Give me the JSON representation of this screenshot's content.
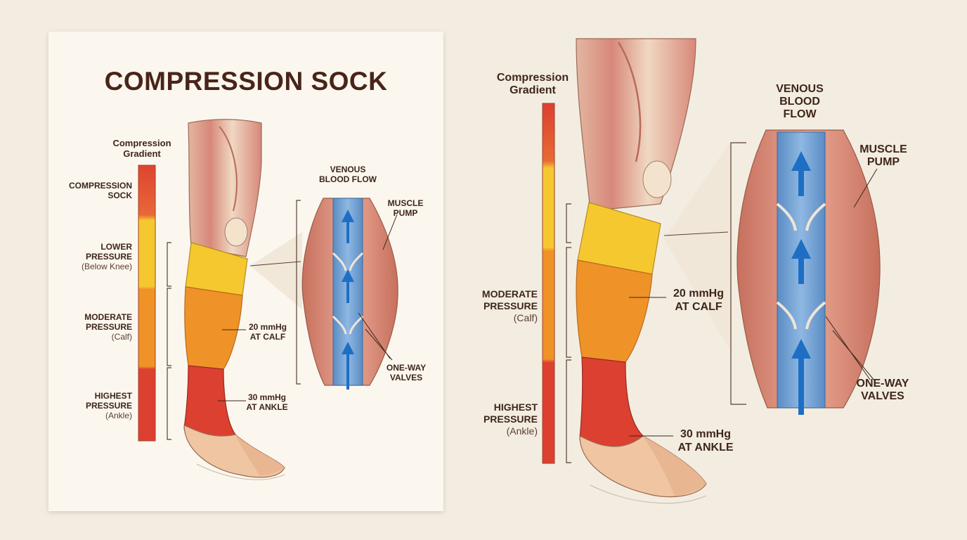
{
  "left_panel": {
    "title": "COMPRESSION SOCK",
    "gradient_label_line1": "Compression",
    "gradient_label_line2": "Gradient",
    "zone_sock_line1": "COMPRESSION",
    "zone_sock_line2": "SOCK",
    "zone_lower_line1": "LOWER",
    "zone_lower_line2": "PRESSURE",
    "zone_lower_sub": "(Below Knee)",
    "zone_moderate_line1": "MODERATE",
    "zone_moderate_line2": "PRESSURE",
    "zone_moderate_sub": "(Calf)",
    "zone_highest_line1": "HIGHEST",
    "zone_highest_line2": "PRESSURE",
    "zone_highest_sub": "(Ankle)",
    "calf_line1": "20 mmHg",
    "calf_line2": "AT CALF",
    "ankle_line1": "30 mmHg",
    "ankle_line2": "AT ANKLE",
    "venous_line1": "VENOUS",
    "venous_line2": "BLOOD FLOW",
    "pump_line1": "MUSCLE",
    "pump_line2": "PUMP",
    "valves_line1": "ONE-WAY",
    "valves_line2": "VALVES"
  },
  "right_panel": {
    "gradient_label_line1": "Compression",
    "gradient_label_line2": "Gradient",
    "zone_moderate_line1": "MODERATE",
    "zone_moderate_line2": "PRESSURE",
    "zone_moderate_sub": "(Calf)",
    "zone_highest_line1": "HIGHEST",
    "zone_highest_line2": "PRESSURE",
    "zone_highest_sub": "(Ankle)",
    "calf_line1": "20 mmHg",
    "calf_line2": "AT CALF",
    "ankle_line1": "30 mmHg",
    "ankle_line2": "AT ANKLE",
    "venous_line1": "VENOUS",
    "venous_line2": "BLOOD",
    "venous_line3": "FLOW",
    "pump_line1": "MUSCLE",
    "pump_line2": "PUMP",
    "valves_line1": "ONE-WAY",
    "valves_line2": "VALVES"
  },
  "colors": {
    "background": "#f3ede1",
    "card": "#fbf7ef",
    "sock_yellow": "#f5c830",
    "sock_orange": "#ef9328",
    "sock_red": "#dc4030",
    "muscle": "#d8907a",
    "vein": "#6f9fd0",
    "skin": "#efc5a2",
    "arrow": "#1e6fc4",
    "text_dark": "#3f251a"
  }
}
